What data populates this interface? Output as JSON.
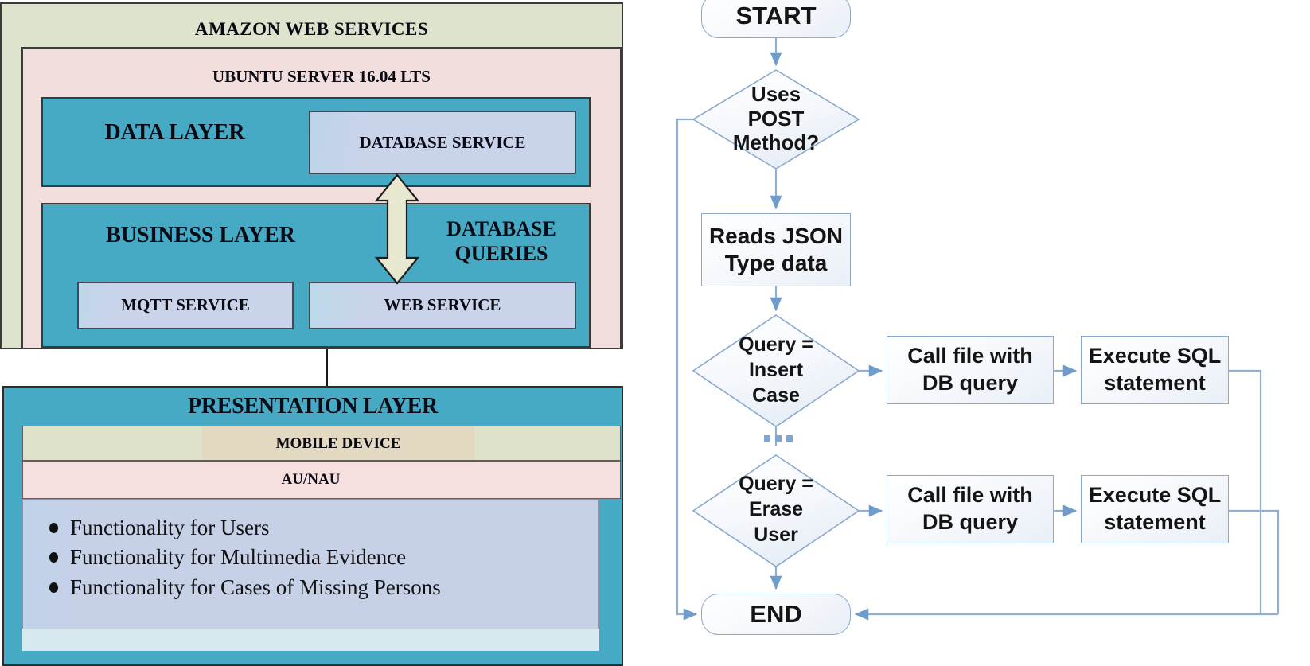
{
  "architecture": {
    "cloud_label": "AMAZON WEB SERVICES",
    "os_label": "UBUNTU SERVER 16.04 LTS",
    "data_layer_label": "DATA LAYER",
    "database_service_label": "DATABASE SERVICE",
    "business_layer_label": "BUSINESS LAYER",
    "database_queries_line1": "DATABASE",
    "database_queries_line2": "QUERIES",
    "mqtt_service_label": "MQTT SERVICE",
    "web_service_label": "WEB SERVICE",
    "presentation_layer_label": "PRESENTATION LAYER",
    "mobile_device_label": "MOBILE DEVICE",
    "au_nau_label": "AU/NAU",
    "functionality_items": [
      "Functionality for Users",
      "Functionality for Multimedia Evidence",
      "Functionality for Cases of Missing Persons"
    ],
    "colors": {
      "cloud_fill": "#dde3cc",
      "os_fill": "#f3dede",
      "layer_fill": "#46aac5",
      "service_fill": "#c6d2e9",
      "mobile_fill": "#dfe2ca",
      "mobile_tan_fill": "#e2d9c0",
      "aunau_fill": "#f5dfdf",
      "arrow_fill": "#e8e8d0"
    }
  },
  "flowchart": {
    "start_label": "START",
    "decision_post_line1": "Uses POST",
    "decision_post_line2": "Method?",
    "reads_line1": "Reads JSON",
    "reads_line2": "Type data",
    "query_insert_line1": "Query =",
    "query_insert_line2": "Insert",
    "query_insert_line3": "Case",
    "query_erase_line1": "Query =",
    "query_erase_line2": "Erase",
    "query_erase_line3": "User",
    "call_file_line1": "Call file with",
    "call_file_line2": "DB query",
    "execute_line1": "Execute SQL",
    "execute_line2": "statement",
    "ellipsis_label": "...",
    "end_label": "END",
    "colors": {
      "node_border": "#8aa9cc",
      "connector": "#8fb0d4",
      "node_fill": "#f4f7fb"
    }
  }
}
